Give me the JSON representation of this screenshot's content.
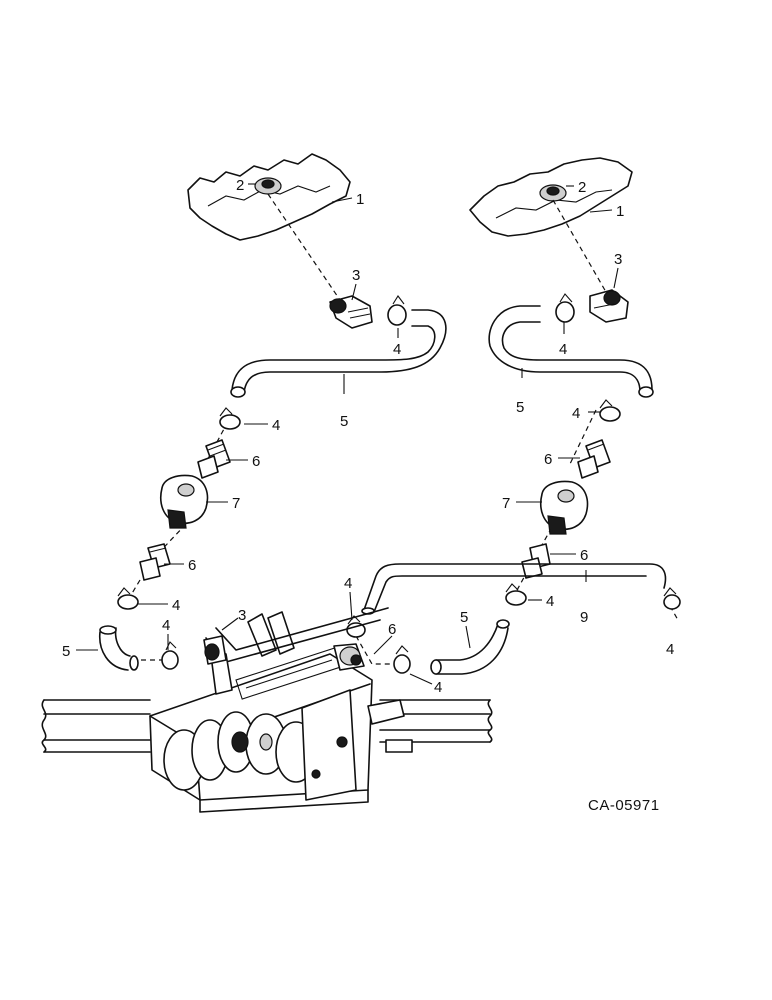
{
  "drawing_code": "CA-05971",
  "callouts": {
    "l2": "2",
    "l1": "1",
    "l3": "3",
    "l4a": "4",
    "l5": "5",
    "l4b": "4",
    "l6a": "6",
    "l7": "7",
    "l6b": "6",
    "l4c": "4",
    "l4d": "4",
    "l5b": "5",
    "l3b": "3",
    "r2": "2",
    "r1": "1",
    "r3": "3",
    "r4a": "4",
    "r5": "5",
    "r4b": "4",
    "r6a": "6",
    "r7": "7",
    "r6b": "6",
    "r9": "9",
    "r4c": "4",
    "r4d": "4",
    "m4a": "4",
    "m6": "6",
    "m4b": "4",
    "m5": "5"
  }
}
